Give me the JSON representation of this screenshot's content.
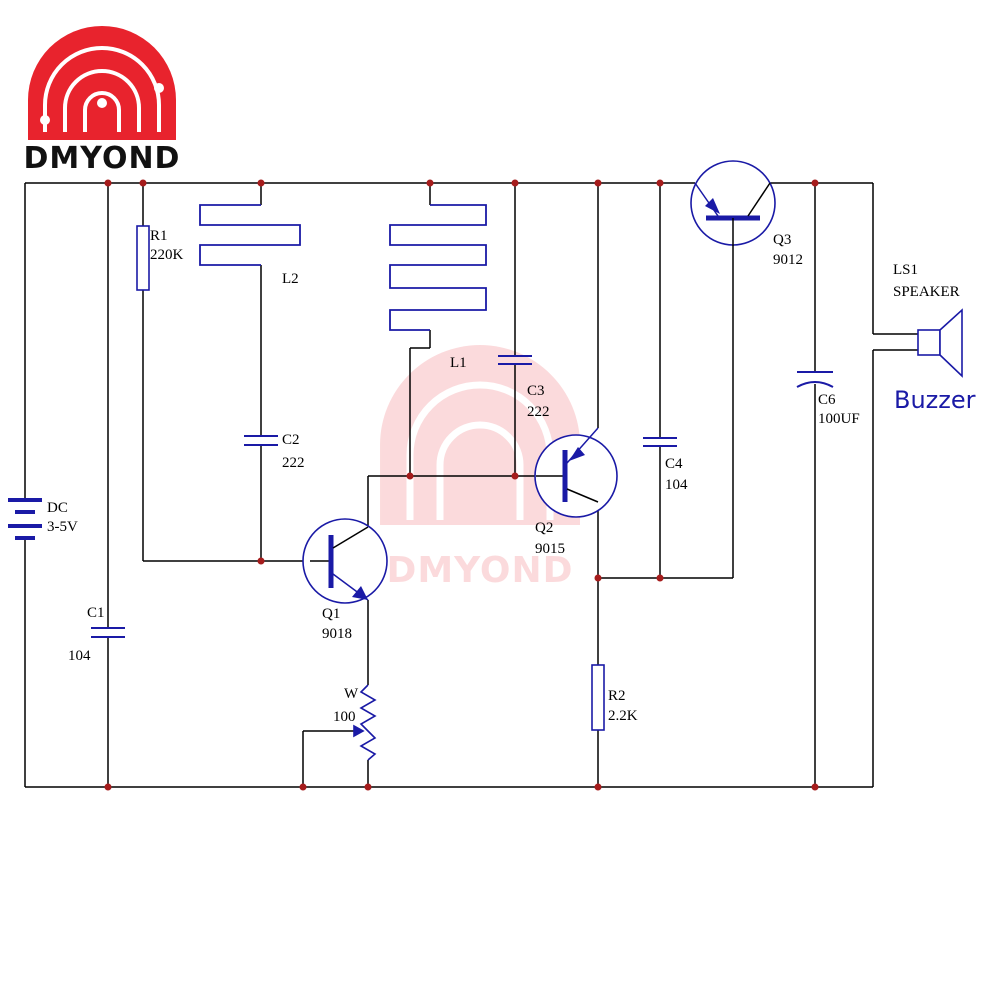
{
  "brand": {
    "name": "DMYOND",
    "color": "#e8232d"
  },
  "colors": {
    "wire": "#000000",
    "component": "#1a1aa6",
    "junction": "#a61c1c",
    "buzzer_text": "#1a1aa6"
  },
  "labels": {
    "battery": [
      "DC",
      "3-5V"
    ],
    "r1": [
      "R1",
      "220K"
    ],
    "l2": "L2",
    "l1": "L1",
    "c2": [
      "C2",
      "222"
    ],
    "c3": [
      "C3",
      "222"
    ],
    "c1": [
      "C1",
      "104"
    ],
    "c4": [
      "C4",
      "104"
    ],
    "c6": [
      "C6",
      "100UF"
    ],
    "q1": [
      "Q1",
      "9018"
    ],
    "q2": [
      "Q2",
      "9015"
    ],
    "q3": [
      "Q3",
      "9012"
    ],
    "w": [
      "W",
      "100"
    ],
    "r2": [
      "R2",
      "2.2K"
    ],
    "ls1": [
      "LS1",
      "SPEAKER"
    ],
    "buzzer": "Buzzer"
  }
}
